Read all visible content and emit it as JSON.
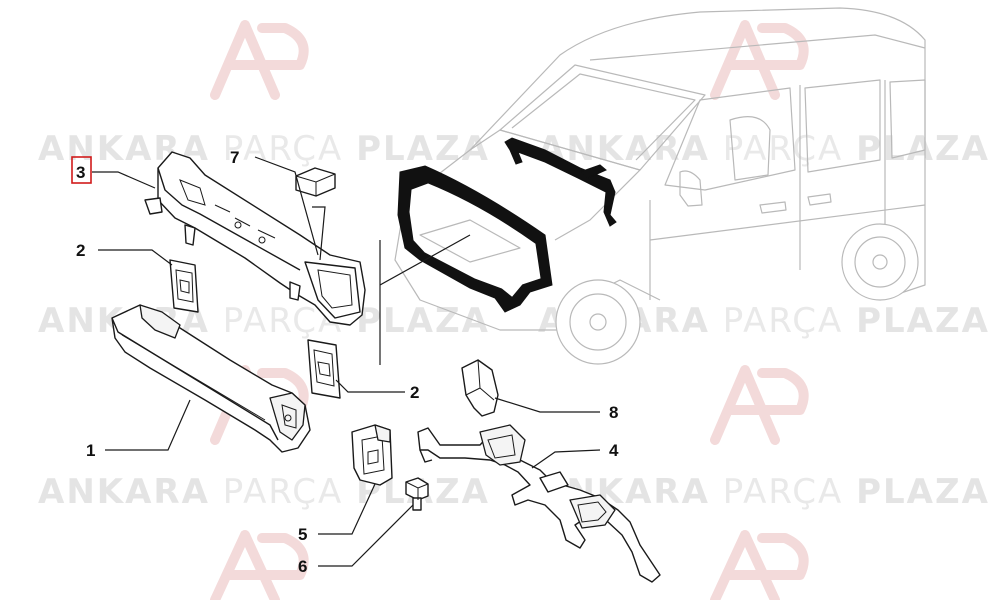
{
  "watermark": {
    "word_bold_1": "ANKARA",
    "word_thin": "PARÇA",
    "word_bold_2": "PLAZA"
  },
  "callouts": [
    {
      "id": "1",
      "label": "1"
    },
    {
      "id": "2a",
      "label": "2"
    },
    {
      "id": "2b",
      "label": "2"
    },
    {
      "id": "3",
      "label": "3",
      "highlighted": true
    },
    {
      "id": "4",
      "label": "4"
    },
    {
      "id": "5",
      "label": "5"
    },
    {
      "id": "6",
      "label": "6"
    },
    {
      "id": "7",
      "label": "7"
    },
    {
      "id": "8",
      "label": "8"
    }
  ],
  "colors": {
    "highlight": "#d11a1a",
    "ink": "#1a1a1a",
    "vehicle_outline": "#b9b9b9",
    "watermark_logo": "#f3dada"
  }
}
